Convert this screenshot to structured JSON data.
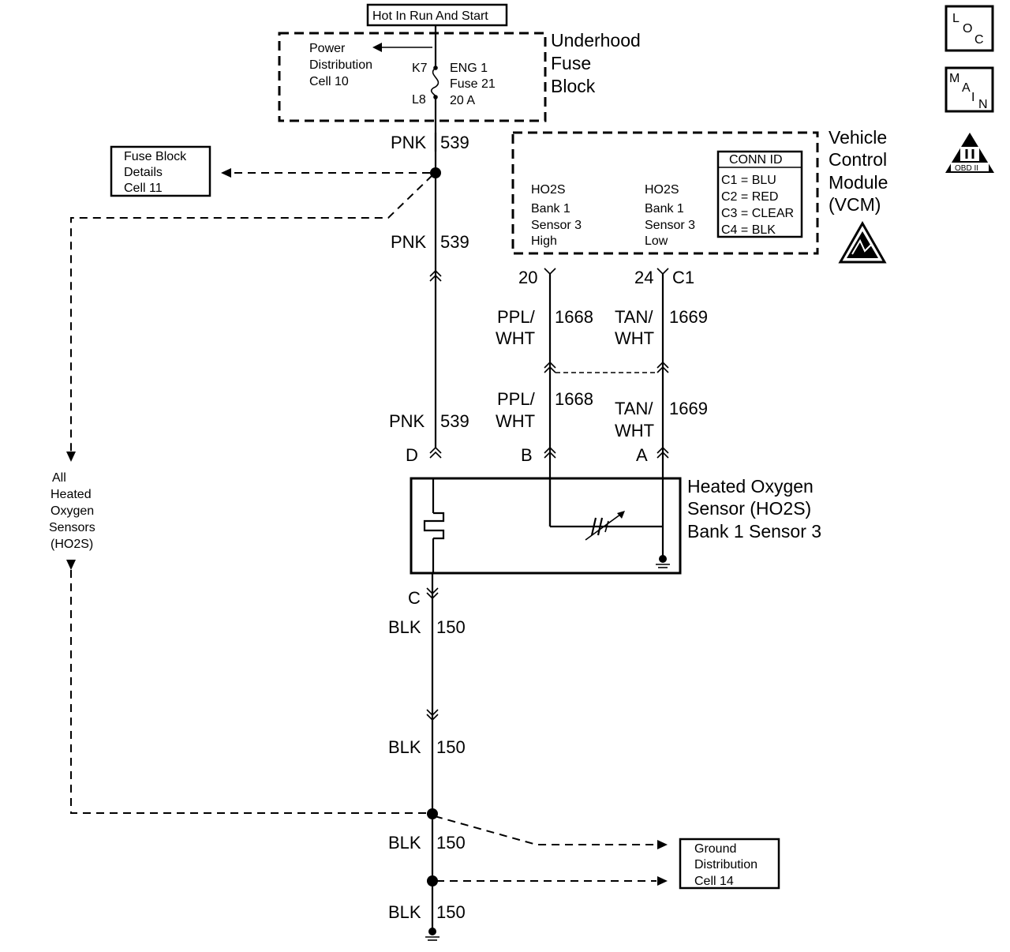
{
  "header": {
    "hot_label": "Hot In Run And Start"
  },
  "fuse_block": {
    "title": [
      "Underhood",
      "Fuse",
      "Block"
    ],
    "power_dist": [
      "Power",
      "Distribution",
      "Cell 10"
    ],
    "pin_top": "K7",
    "pin_bottom": "L8",
    "fuse": [
      "ENG 1",
      "Fuse 21",
      "20 A"
    ]
  },
  "fuse_details": [
    "Fuse Block",
    "Details",
    "Cell 11"
  ],
  "vcm": {
    "title": [
      "Vehicle",
      "Control",
      "Module",
      "(VCM)"
    ],
    "high_label": [
      "HO2S",
      "Bank 1",
      "Sensor 3",
      "High"
    ],
    "low_label": [
      "HO2S",
      "Bank 1",
      "Sensor 3",
      "Low"
    ],
    "conn_id": {
      "title": "CONN ID",
      "rows": [
        "C1 = BLU",
        "C2 = RED",
        "C3 = CLEAR",
        "C4 = BLK"
      ]
    },
    "pin_high": "20",
    "pin_low": "24",
    "connector": "C1"
  },
  "wires": {
    "pnk_color": "PNK",
    "pnk_circuit": "539",
    "ppl_color": [
      "PPL/",
      "WHT"
    ],
    "ppl_circuit": "1668",
    "tan_color": [
      "TAN/",
      "WHT"
    ],
    "tan_circuit": "1669",
    "blk_color": "BLK",
    "blk_circuit": "150"
  },
  "sensor": {
    "title": [
      "Heated Oxygen",
      "Sensor (HO2S)",
      "Bank 1 Sensor 3"
    ],
    "pin_d": "D",
    "pin_b": "B",
    "pin_a": "A",
    "pin_c": "C"
  },
  "all_sensors": [
    "All",
    "Heated",
    "Oxygen",
    "Sensors",
    "(HO2S)"
  ],
  "ground_dist": [
    "Ground",
    "Distribution",
    "Cell 14"
  ],
  "icons": {
    "loc": [
      "L",
      "O",
      "C"
    ],
    "main": [
      "M",
      "A",
      "I",
      "N"
    ],
    "obd": "OBD II"
  }
}
